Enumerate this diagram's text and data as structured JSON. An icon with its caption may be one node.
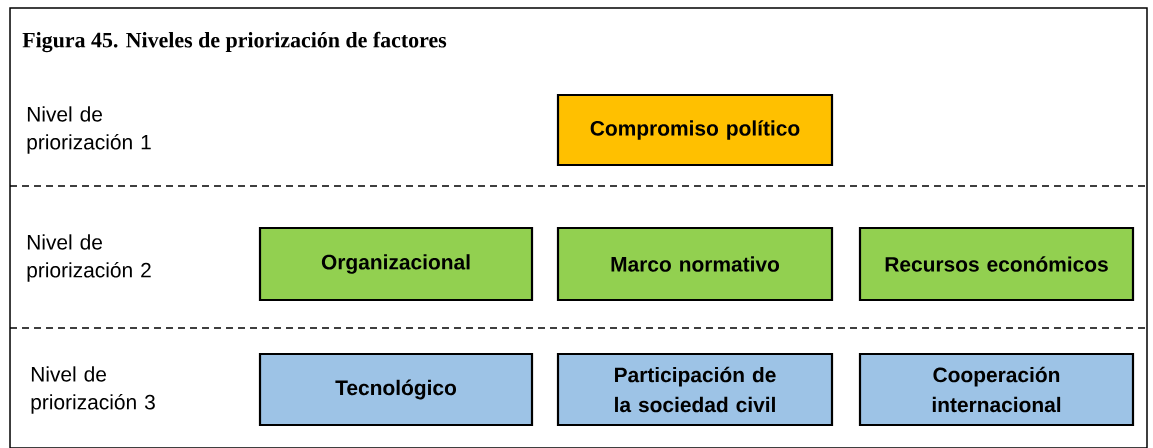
{
  "diagram": {
    "title": "Figura 45. Niveles de priorización de factores",
    "nodes": [
      {
        "text": [
          "Compromiso político"
        ]
      },
      {
        "text": [
          "Organizacional"
        ]
      },
      {
        "text": [
          "Marco normativo"
        ]
      },
      {
        "text": [
          "Recursos económicos"
        ]
      },
      {
        "text": [
          "Tecnológico"
        ]
      },
      {
        "text": [
          "Participación de la sociedad civil"
        ]
      },
      {
        "text": [
          "Cooperación internacional"
        ]
      }
    ],
    "labels": [
      "Nivel de priorización 1",
      "Nivel de priorización 2",
      "Nivel de priorización 3"
    ]
  }
}
